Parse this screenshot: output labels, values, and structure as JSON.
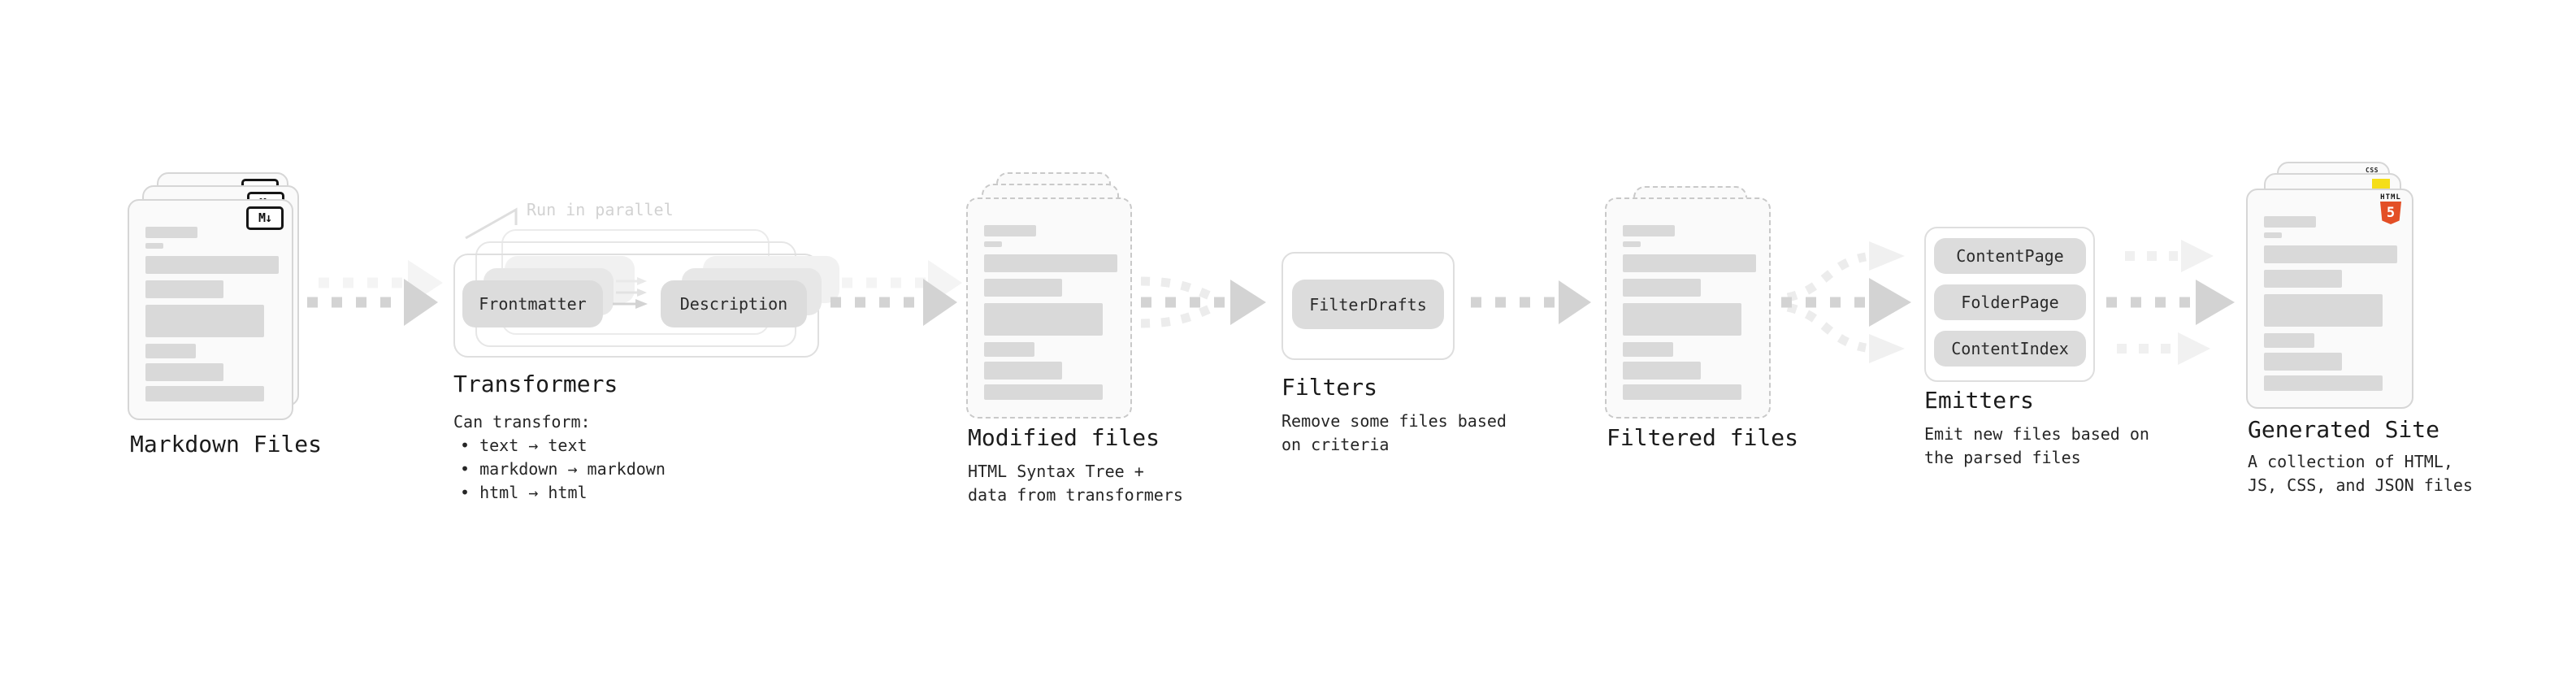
{
  "stages": {
    "markdown_files": {
      "title": "Markdown Files",
      "badge": "M↓"
    },
    "transformers": {
      "title": "Transformers",
      "annotation": "Run in parallel",
      "pill_frontmatter": "Frontmatter",
      "pill_description": "Description",
      "desc_heading": "Can transform:",
      "bullets": [
        "• text → text",
        "• markdown → markdown",
        "• html → html"
      ]
    },
    "modified_files": {
      "title": "Modified files",
      "desc": [
        "HTML Syntax Tree +",
        "data from transformers"
      ]
    },
    "filters": {
      "title": "Filters",
      "pill": "FilterDrafts",
      "desc": [
        "Remove some files based",
        "on criteria"
      ]
    },
    "filtered_files": {
      "title": "Filtered files"
    },
    "emitters": {
      "title": "Emitters",
      "pills": [
        "ContentPage",
        "FolderPage",
        "ContentIndex"
      ],
      "desc": [
        "Emit new files based on",
        "the parsed files"
      ]
    },
    "generated_site": {
      "title": "Generated Site",
      "desc": [
        "A collection of HTML,",
        "JS, CSS, and JSON files"
      ],
      "html5_badge_top": "HTML",
      "html5_badge_number": "5",
      "css_badge": "CSS"
    }
  },
  "colors": {
    "html5_orange": "#e34f26",
    "js_yellow": "#f5de19",
    "css_blue": "#2962ef",
    "arrow_gray": "#d3d3d3",
    "pill_gray": "#dcdcdc"
  }
}
